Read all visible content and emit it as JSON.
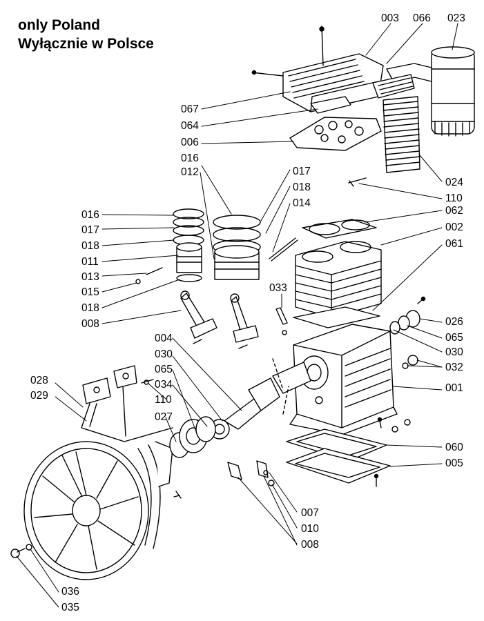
{
  "header": {
    "note_en": "only Poland",
    "note_pl": "Wyłącznie w Polsce"
  },
  "part_numbers": {
    "p003": "003",
    "p066": "066",
    "p023": "023",
    "p067": "067",
    "p064": "064",
    "p006": "006",
    "p016a": "016",
    "p012": "012",
    "p017a": "017",
    "p018a": "018",
    "p014": "014",
    "p024": "024",
    "p110a": "110",
    "p016b": "016",
    "p017b": "017",
    "p018b": "018",
    "p011": "011",
    "p013": "013",
    "p015": "015",
    "p018c": "018",
    "p008a": "008",
    "p062": "062",
    "p002": "002",
    "p061": "061",
    "p033": "033",
    "p026": "026",
    "p065a": "065",
    "p030a": "030",
    "p032": "032",
    "p001": "001",
    "p004": "004",
    "p030b": "030",
    "p065b": "065",
    "p034": "034",
    "p110b": "110",
    "p028": "028",
    "p029": "029",
    "p027": "027",
    "p060": "060",
    "p005": "005",
    "p007": "007",
    "p010": "010",
    "p008b": "008",
    "p036": "036",
    "p035": "035"
  },
  "colors": {
    "ink": "#000000",
    "paper": "#ffffff"
  }
}
